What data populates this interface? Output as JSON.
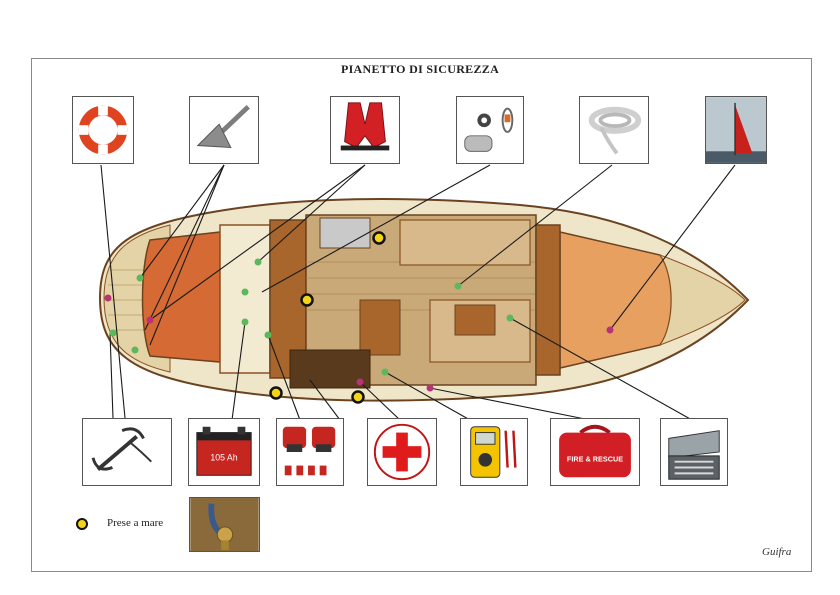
{
  "title": "PIANETTO DI SICUREZZA",
  "legend": {
    "label": "Prese a mare"
  },
  "signature": "Guifra",
  "items": {
    "lifebuoy": "lifebuoy-icon",
    "anchor": "plow-anchor-icon",
    "lifejacket": "life-jacket-icon",
    "spares": "spare-parts-icon",
    "rope": "mooring-rope-icon",
    "sail": "storm-sail-icon",
    "grapnel": "grapnel-anchor-icon",
    "battery": "battery-icon",
    "switches": "battery-switch-icon",
    "firstaid": "first-aid-icon",
    "multimeter": "multimeter-icon",
    "rescuebag": "fire-rescue-bag-icon",
    "toolcase": "toolbox-icon",
    "seacock": "seacock-photo"
  },
  "labels": {
    "battery_text": "105 Ah",
    "rescue_text": "FIRE & RESCUE"
  },
  "colors": {
    "lifebuoy": "#e0431f",
    "lifejacket": "#d32024",
    "cross": "#e01b1b",
    "multimeter": "#f5c400",
    "rescuebag": "#d21f25",
    "sail": "#c8201a",
    "seacock": "#f3d417",
    "hull_cabin": "#d66a35",
    "deck": "#e9ddb8",
    "wood": "#8a5220"
  }
}
